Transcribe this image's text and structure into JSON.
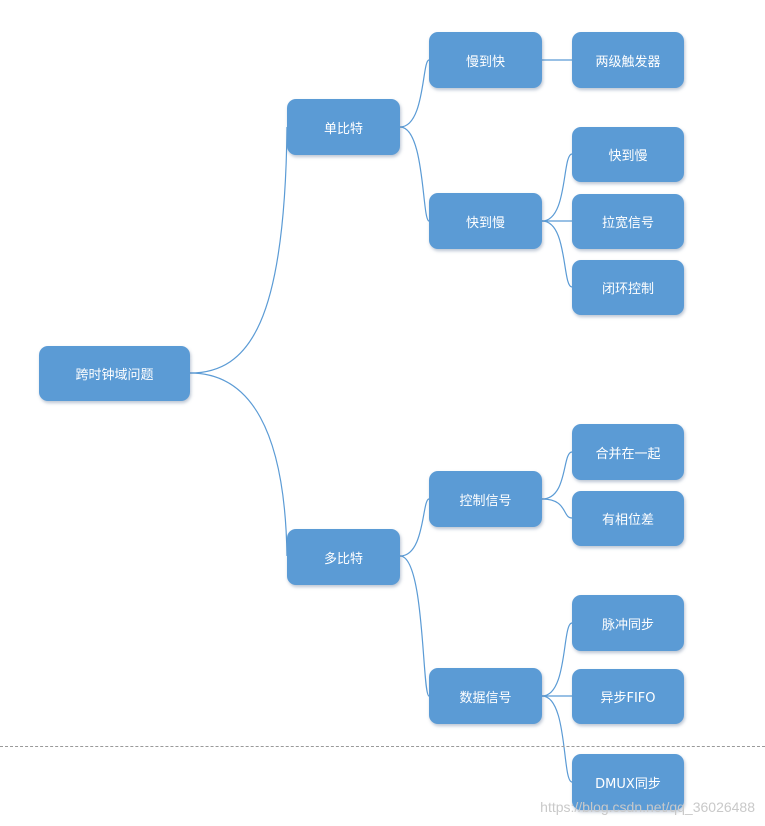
{
  "nodes": {
    "root": "跨时钟域问题",
    "single_bit": "单比特",
    "multi_bit": "多比特",
    "slow_to_fast": "慢到快",
    "fast_to_slow": "快到慢",
    "two_stage_ff": "两级触发器",
    "fast_to_slow_leaf": "快到慢",
    "widen_signal": "拉宽信号",
    "closed_loop": "闭环控制",
    "control_signal": "控制信号",
    "data_signal": "数据信号",
    "merge_together": "合并在一起",
    "phase_offset": "有相位差",
    "pulse_sync": "脉冲同步",
    "async_fifo": "异步FIFO",
    "dmux_sync": "DMUX同步"
  },
  "watermark": "https://blog.csdn.net/qq_36026488",
  "colors": {
    "node_fill": "#5b9bd5",
    "node_text": "#ffffff",
    "connector": "#5b9bd5",
    "divider": "#9a9a9a"
  }
}
